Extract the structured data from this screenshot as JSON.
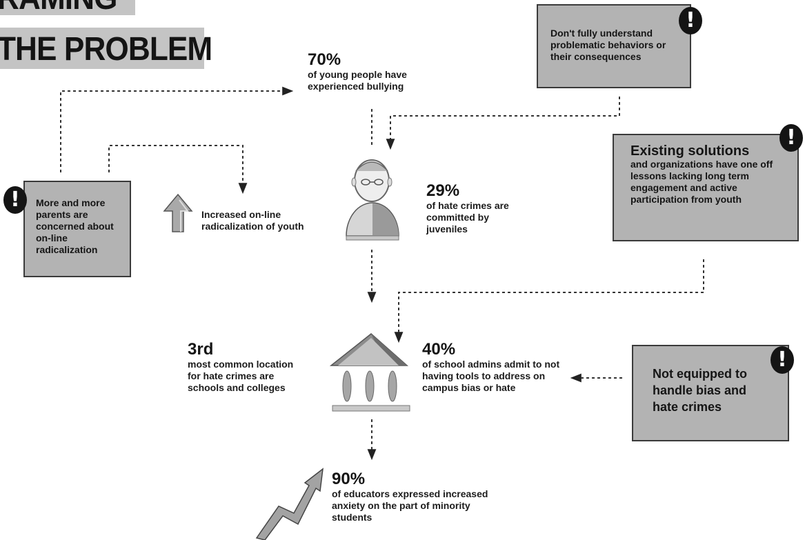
{
  "title": {
    "line1": "RAMING",
    "line2": "THE PROBLEM"
  },
  "stats": {
    "bullying": {
      "value": "70%",
      "text": "of young people have experienced bullying"
    },
    "hate_juveniles": {
      "value": "29%",
      "text": "of hate crimes are committed by juveniles"
    },
    "schools": {
      "value": "3rd",
      "text": "most common location for hate crimes are schools and colleges"
    },
    "admins": {
      "value": "40%",
      "text": "of school admins admit to not having tools to address on campus bias or hate"
    },
    "educators": {
      "value": "90%",
      "text": "of educators expressed increased anxiety on the part of minority students"
    }
  },
  "radicalization": {
    "text": "Increased on-line radicalization of youth"
  },
  "boxes": {
    "parents": {
      "text": "More and more parents are concerned about on-line radicalization"
    },
    "understand": {
      "text": "Don't fully understand problematic behaviors or their consequences"
    },
    "solutions": {
      "heading": "Existing solutions",
      "text": "and organizations have one off lessons lacking long term engagement and active participation from youth"
    },
    "equipped": {
      "text": "Not equipped to handle bias and hate crimes"
    }
  },
  "warning_symbol": "!",
  "colors": {
    "box_fill": "#b3b3b3",
    "title_band": "#c4c4c4",
    "text": "#151515"
  }
}
